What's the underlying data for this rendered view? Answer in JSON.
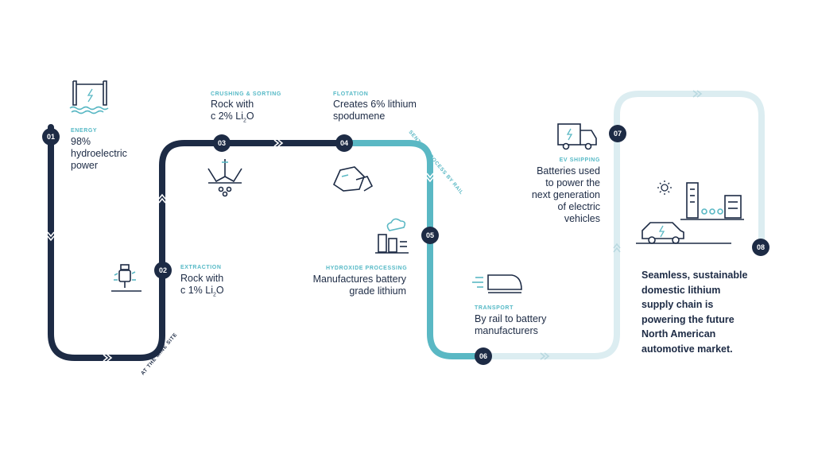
{
  "steps": [
    {
      "number": "01",
      "label": "ENERGY",
      "lines": [
        "98%",
        "hydroelectric",
        "power"
      ]
    },
    {
      "number": "02",
      "label": "EXTRACTION",
      "line1": "Rock with",
      "line2_pre": "c 1%  Li",
      "line2_sub": "2",
      "line2_post": "O"
    },
    {
      "number": "03",
      "label": "CRUSHING & SORTING",
      "line1": "Rock with",
      "line2_pre": "c 2% Li",
      "line2_sub": "2",
      "line2_post": "O"
    },
    {
      "number": "04",
      "label": "FLOTATION",
      "lines": [
        "Creates 6% lithium",
        "spodumene"
      ]
    },
    {
      "number": "05",
      "label": "HYDROXIDE PROCESSING",
      "lines": [
        "Manufactures battery",
        "grade lithium"
      ]
    },
    {
      "number": "06",
      "label": "TRANSPORT",
      "lines": [
        "By rail to battery",
        "manufacturers"
      ]
    },
    {
      "number": "07",
      "label": "EV SHIPPING",
      "lines": [
        "Batteries used",
        "to power the",
        "next generation",
        "of electric",
        "vehicles"
      ]
    },
    {
      "number": "08"
    }
  ],
  "path_labels": {
    "mine_site": "AT THE MINE SITE",
    "rail": "SENT TO PROCESS BY RAIL"
  },
  "conclusion": [
    "Seamless, sustainable",
    "domestic lithium",
    "supply chain is",
    "powering the future",
    "North American",
    "automotive market."
  ],
  "icons": [
    "dam-icon",
    "jackhammer-icon",
    "crusher-icon",
    "rocks-icon",
    "factory-icon",
    "train-icon",
    "truck-icon",
    "sun-icon",
    "city-icon",
    "car-icon"
  ],
  "colors": {
    "navy": "#1d2b45",
    "teal": "#5ab8c4",
    "light": "#dcedf1"
  }
}
